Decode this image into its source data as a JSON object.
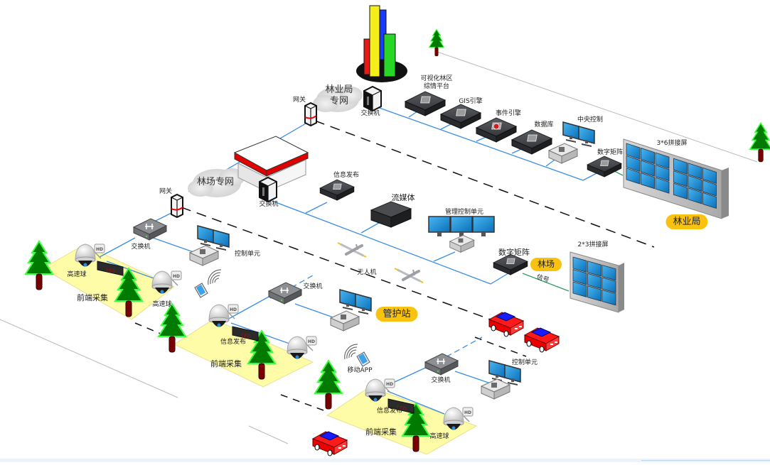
{
  "title": "林区综合监控网络拓扑图",
  "colors": {
    "link": "#3a8ee6",
    "dashed": "#111111",
    "ground_line": "#b9b9b9",
    "zone_fill": "#fffca8",
    "badge": "#f8c20f",
    "tree_foliage": "#007a00",
    "tree_outline": "#3cff3c",
    "tree_trunk": "#7a0000",
    "device_dark": "#3b3d40",
    "screen_blue": "#1b95de",
    "car_red": "#ff1a1a",
    "car_blue": "#1a1aff",
    "signal_line": "#2f9e5e"
  },
  "bureau": {
    "cloud_label_line1": "林业局",
    "cloud_label_line2": "专网",
    "gateway_label": "网关",
    "switch_label": "交换机",
    "platform_label_line1": "可视化林区",
    "platform_label_line2": "综情平台",
    "gis_label": "GIS引擎",
    "event_label": "事件引擎",
    "database_label": "数据库",
    "central_control_label": "中央控制",
    "matrix_label": "数字矩阵",
    "video_wall_label": "3*6拼接屏",
    "badge": "林业局"
  },
  "farm": {
    "cloud_label": "林场专网",
    "gateway_label": "网关",
    "switch_label": "交换机",
    "info_publish_label": "信息发布",
    "streaming_label": "流媒体",
    "mgmt_control_label": "管理控制单元",
    "matrix_label": "数字矩阵",
    "badge": "林场",
    "signal_label": "信号",
    "video_wall_label": "2*3拼接屏",
    "drone_label": "无人机"
  },
  "zone1": {
    "switch_label": "交换机",
    "control_unit_label": "控制单元",
    "camera1_label": "高速球",
    "camera2_label": "高速球",
    "zone_label": "前端采集",
    "led_text": "LED"
  },
  "station": {
    "switch_label": "交换机",
    "badge": "管护站",
    "mobile_app_label": "移动APP"
  },
  "zone2": {
    "info_publish_label": "信息发布",
    "zone_label": "前端采集",
    "led_text": "LED"
  },
  "zone3": {
    "switch_label": "交换机",
    "control_unit_label": "控制单元",
    "info_publish_label": "信息发布",
    "zone_label": "前端采集",
    "camera_label": "高速球",
    "led_text": "LED"
  },
  "icons": {
    "hd": "HD"
  }
}
